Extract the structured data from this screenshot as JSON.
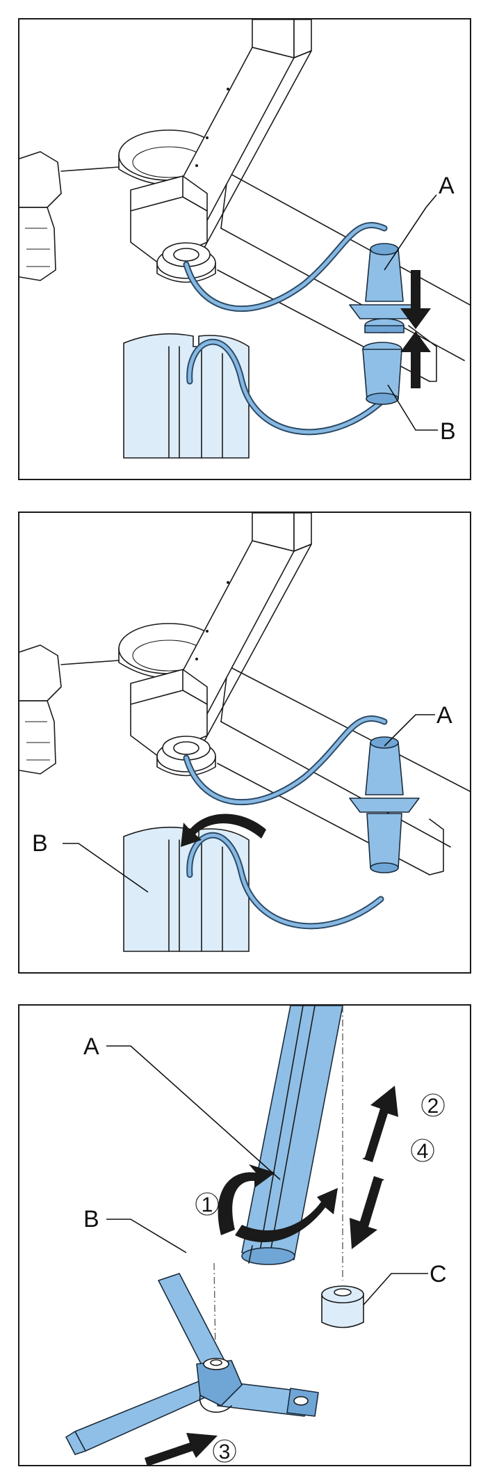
{
  "panels": [
    {
      "id": "panel-1",
      "labels": {
        "a": "A",
        "b": "B"
      }
    },
    {
      "id": "panel-2",
      "labels": {
        "a": "A",
        "b": "B"
      }
    },
    {
      "id": "panel-3",
      "labels": {
        "a": "A",
        "b": "B",
        "c": "C"
      },
      "steps": [
        "1",
        "2",
        "3",
        "4"
      ]
    }
  ],
  "colors": {
    "part_blue": "#8fbfe6",
    "cable_blue": "#86b8e2",
    "pale_blue": "#dcecf9",
    "outline": "#1a1a1a"
  },
  "icons": [
    "arrow-down-icon",
    "arrow-up-icon",
    "curved-arrow-icon",
    "rotate-arrow-icon",
    "straight-arrow-icon"
  ]
}
